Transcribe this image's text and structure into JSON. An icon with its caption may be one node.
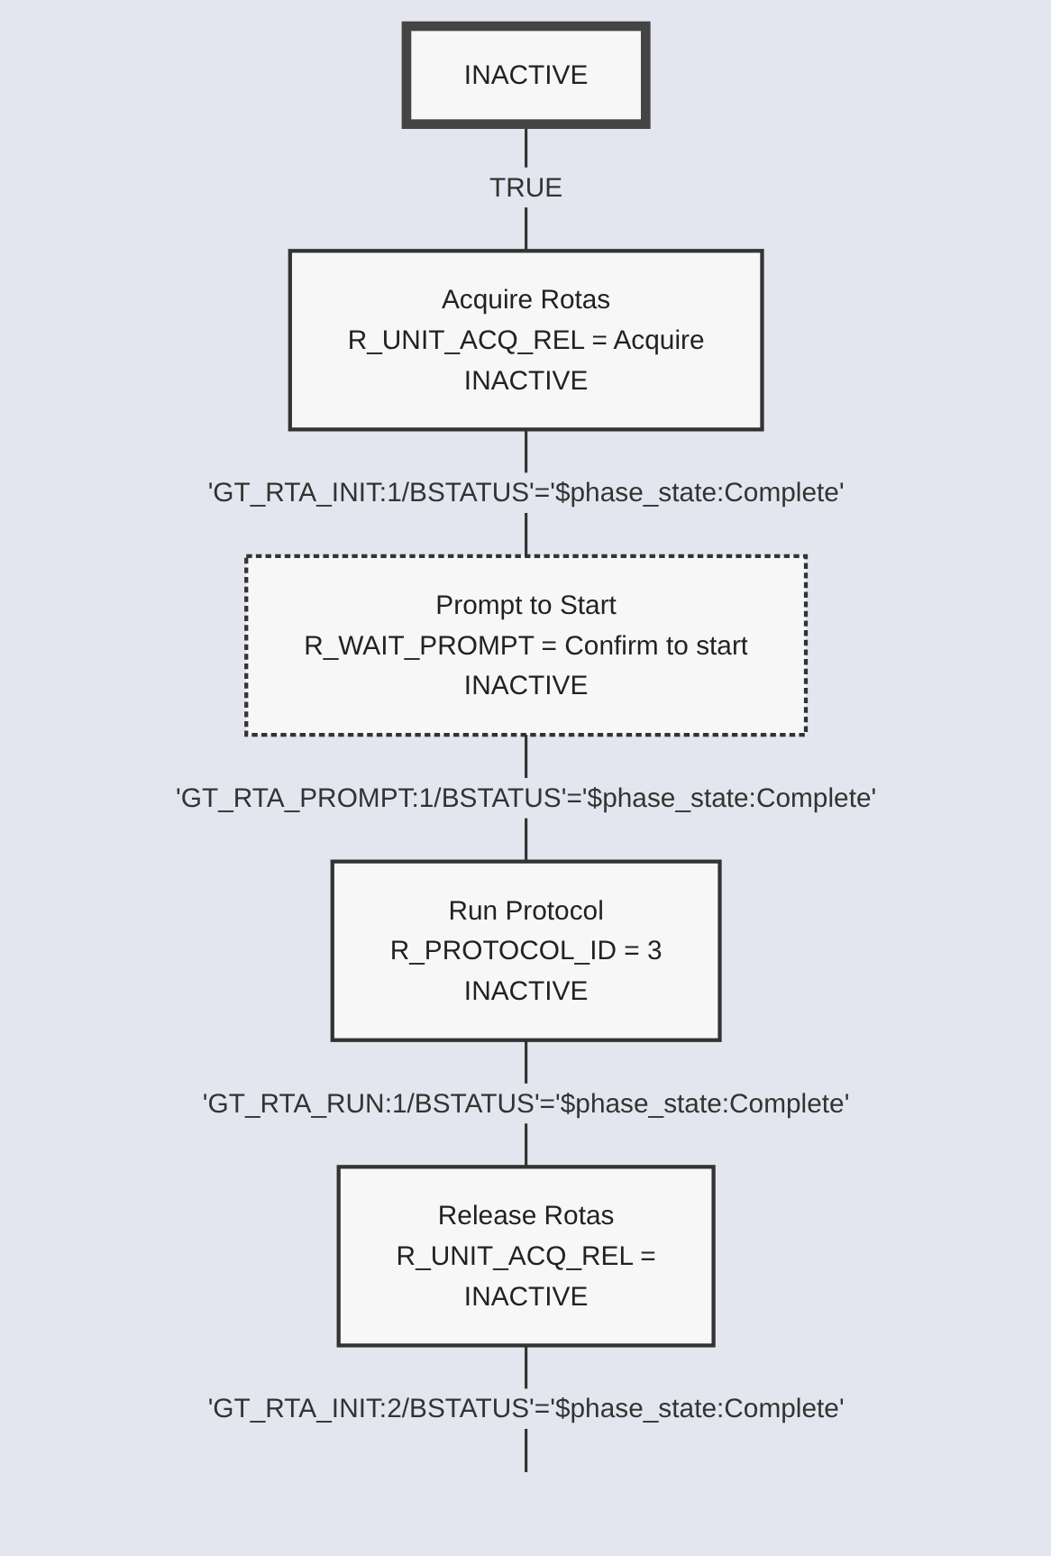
{
  "diagram": {
    "nodes": [
      {
        "text": [
          "INACTIVE"
        ]
      },
      {
        "text": [
          "Acquire Rotas",
          "R_UNIT_ACQ_REL = Acquire",
          "INACTIVE"
        ]
      },
      {
        "text": [
          "Prompt to Start",
          "R_WAIT_PROMPT = Confirm to start",
          "INACTIVE"
        ]
      },
      {
        "text": [
          "Run Protocol",
          "R_PROTOCOL_ID = 3",
          "INACTIVE"
        ]
      },
      {
        "text": [
          "Release Rotas",
          "R_UNIT_ACQ_REL =",
          "INACTIVE"
        ]
      }
    ],
    "edges": [
      {
        "from": 0,
        "to": 1,
        "arrow": "none",
        "label": "TRUE"
      },
      {
        "from": 1,
        "to": 2,
        "arrow": "none",
        "label": "'GT_RTA_INIT:1/BSTATUS'='$phase_state:Complete'"
      },
      {
        "from": 2,
        "to": 3,
        "arrow": "none",
        "label": "'GT_RTA_PROMPT:1/BSTATUS'='$phase_state:Complete'"
      },
      {
        "from": 3,
        "to": 4,
        "arrow": "none",
        "label": "'GT_RTA_RUN:1/BSTATUS'='$phase_state:Complete'"
      },
      {
        "from": 4,
        "to": null,
        "arrow": "none",
        "label": "'GT_RTA_INIT:2/BSTATUS'='$phase_state:Complete'"
      }
    ]
  }
}
